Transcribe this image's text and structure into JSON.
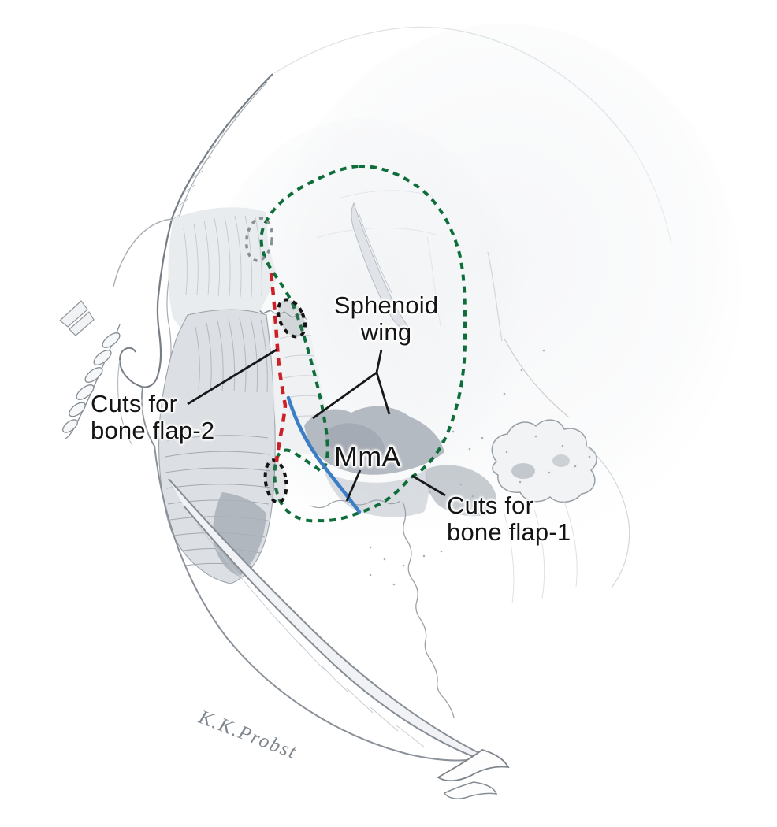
{
  "labels": {
    "sphenoid_wing_line1": "Sphenoid",
    "sphenoid_wing_line2": "wing",
    "cuts_bone_flap_2_line1": "Cuts for",
    "cuts_bone_flap_2_line2": "bone flap-2",
    "mma": "MmA",
    "cuts_bone_flap_1_line1": "Cuts for",
    "cuts_bone_flap_1_line2": "bone flap-1"
  },
  "signature": "K.K.Probst",
  "annotations": {
    "bone_flap_1_outline": {
      "color": "#0d6e3a",
      "style": "dotted"
    },
    "bone_flap_2_line": {
      "color": "#cd1f26",
      "style": "dashed"
    },
    "mma_artery": {
      "color": "#3c7ec6",
      "style": "solid"
    },
    "burr_hole_markers": {
      "color": "#141414",
      "style": "dotted"
    },
    "suture_marker": {
      "color": "#8a8f94",
      "style": "dotted"
    },
    "leader_line_color": "#17181a",
    "label_text_color": "#141414"
  }
}
